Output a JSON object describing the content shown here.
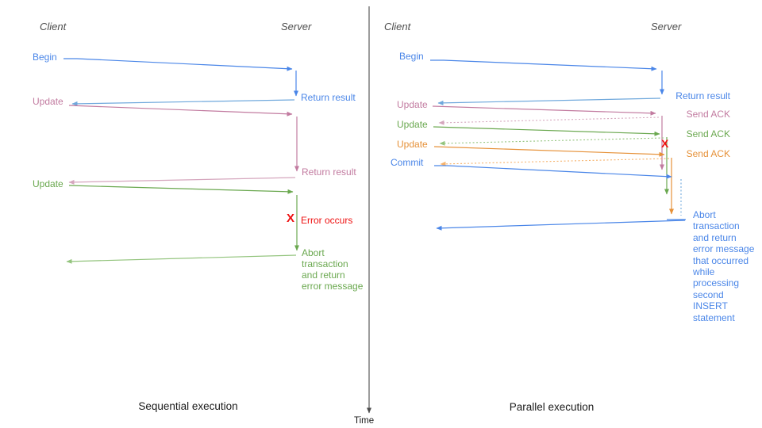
{
  "colors": {
    "blue": "#4a86e8",
    "blue_light": "#6fa8dc",
    "pink": "#c27ba0",
    "pink_light": "#d5a6bd",
    "green": "#6aa84f",
    "green_light": "#93c47d",
    "orange": "#e69138",
    "orange_light": "#f6b26b",
    "red": "#ee1111",
    "axis": "#4d4d4d",
    "text": "#1a1a1a"
  },
  "time_axis": {
    "label": "Time"
  },
  "left": {
    "title": "Sequential execution",
    "client": "Client",
    "server": "Server",
    "begin": "Begin",
    "return_result_1": "Return result",
    "update_1": "Update",
    "return_result_2": "Return result",
    "update_2": "Update",
    "error_x": "X",
    "error_occurs": "Error occurs",
    "abort_message": "Abort\ntransaction\nand return\nerror message"
  },
  "right": {
    "title": "Parallel execution",
    "client": "Client",
    "server": "Server",
    "begin": "Begin",
    "return_result": "Return result",
    "update_1": "Update",
    "send_ack_1": "Send ACK",
    "update_2": "Update",
    "send_ack_2": "Send ACK",
    "update_3": "Update",
    "send_ack_3": "Send ACK",
    "commit": "Commit",
    "error_x": "X",
    "abort_message": "Abort\ntransaction\nand return\nerror message\nthat occurred\nwhile\nprocessing\nsecond\nINSERT\nstatement"
  }
}
